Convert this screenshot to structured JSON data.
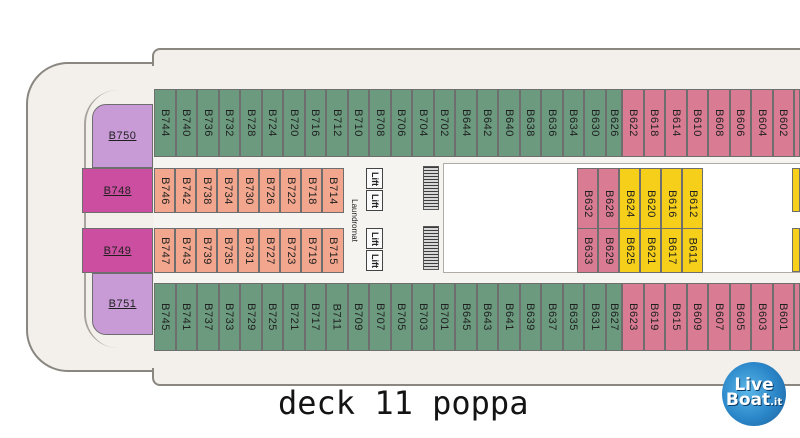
{
  "title": "deck 11 poppa",
  "logo": {
    "line1": "Live",
    "line2": "Boat",
    "suffix": ".it"
  },
  "facilities": {
    "lift_label": "Lift",
    "laundromat_label": "Laundromat"
  },
  "colors": {
    "outer_cabin": "#6b9a7f",
    "inner_cabin_aft": "#f2a68e",
    "outer_cabin_pink": "#d97c93",
    "inner_cabin_yellow": "#f5cf1a",
    "suite_purple": "#c89ad6",
    "suite_magenta": "#cc4ea1"
  },
  "stern_cabins": [
    "B750",
    "B748",
    "B749",
    "B751"
  ],
  "rows": {
    "outer_top": [
      "B744",
      "B740",
      "B736",
      "B732",
      "B728",
      "B724",
      "B720",
      "B716",
      "B712",
      "B710",
      "B708",
      "B706",
      "B704",
      "B702",
      "B644",
      "B642",
      "B640",
      "B638",
      "B636",
      "B634",
      "B630",
      "B626",
      "B622",
      "B618",
      "B614",
      "B610",
      "B608",
      "B606",
      "B604",
      "B602"
    ],
    "inner_top": [
      "B746",
      "B742",
      "B738",
      "B734",
      "B730",
      "B726",
      "B722",
      "B718",
      "B714"
    ],
    "inner_bottom": [
      "B747",
      "B743",
      "B739",
      "B735",
      "B731",
      "B727",
      "B723",
      "B719",
      "B715"
    ],
    "outer_bottom": [
      "B745",
      "B741",
      "B737",
      "B733",
      "B729",
      "B725",
      "B721",
      "B717",
      "B711",
      "B709",
      "B707",
      "B705",
      "B703",
      "B701",
      "B645",
      "B643",
      "B641",
      "B639",
      "B637",
      "B635",
      "B631",
      "B627",
      "B623",
      "B619",
      "B615",
      "B609",
      "B607",
      "B605",
      "B603",
      "B601"
    ],
    "center_top": [
      "B632",
      "B628",
      "B624",
      "B620",
      "B616",
      "B612"
    ],
    "center_bottom": [
      "B633",
      "B629",
      "B625",
      "B621",
      "B617",
      "B611"
    ]
  }
}
